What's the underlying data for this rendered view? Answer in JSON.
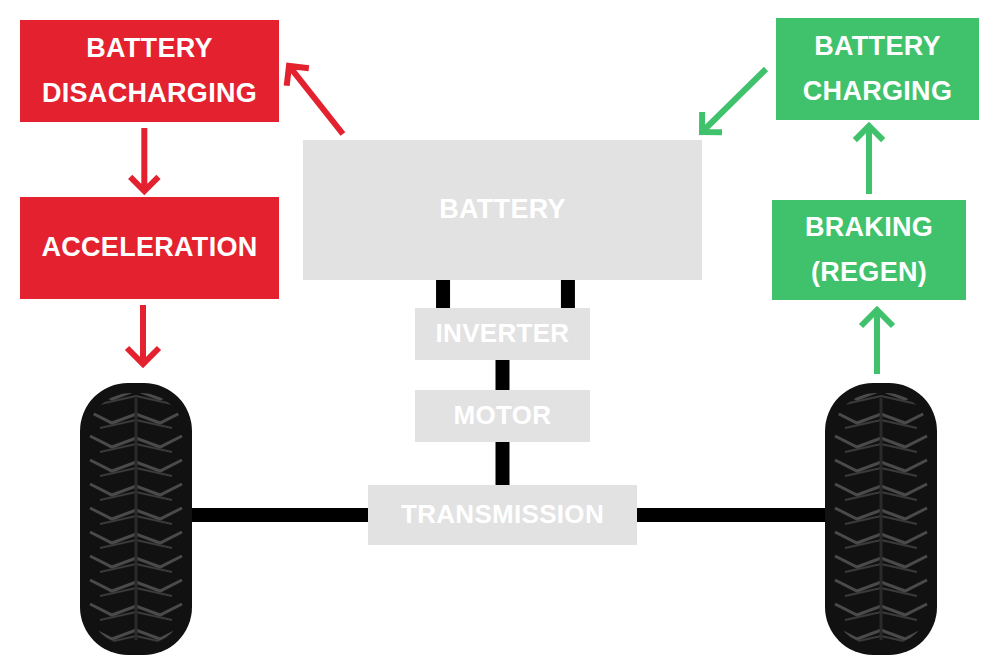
{
  "diagram": {
    "nodes": [
      {
        "text": [
          "BATTERY DISACHARGING"
        ]
      },
      {
        "text": [
          "BATTERY CHARGING"
        ]
      },
      {
        "text": [
          "BATTERY"
        ]
      },
      {
        "text": [
          "ACCELERATION"
        ]
      },
      {
        "text": [
          "BRAKING (REGEN)"
        ]
      },
      {
        "text": [
          "INVERTER"
        ]
      },
      {
        "text": [
          "MOTOR"
        ]
      },
      {
        "text": [
          "TRANSMISSION"
        ]
      }
    ],
    "edges": [
      {
        "from": 2,
        "to": 0,
        "arrow": "to"
      },
      {
        "from": 1,
        "to": 2,
        "arrow": "to"
      },
      {
        "from": 0,
        "to": 3,
        "arrow": "to"
      },
      {
        "from": 4,
        "to": 1,
        "arrow": "to"
      },
      {
        "from": 2,
        "to": 5,
        "arrow": "none"
      },
      {
        "from": 5,
        "to": 6,
        "arrow": "none"
      },
      {
        "from": 6,
        "to": 7,
        "arrow": "none"
      }
    ]
  }
}
